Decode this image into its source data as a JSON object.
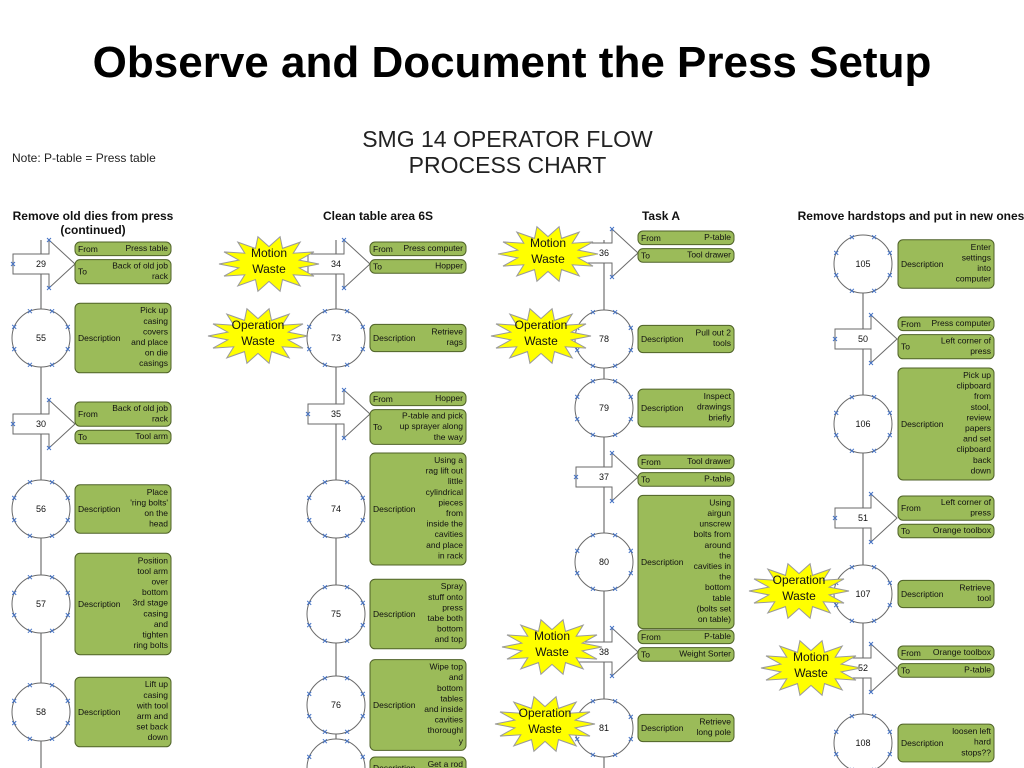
{
  "slide": {
    "title": "Observe and Document the Press Setup",
    "note": "Note: P-table = Press table",
    "chart_title_lines": [
      "SMG 14 OPERATOR FLOW",
      "PROCESS CHART"
    ]
  },
  "labels": {
    "from": "From",
    "to": "To",
    "description": "Description"
  },
  "columns": [
    {
      "heading_lines": [
        "Remove old dies from press",
        "(continued)"
      ],
      "steps": [
        {
          "num": "29",
          "kind": "transport",
          "from": "Press table",
          "to": [
            "Back of old job",
            "rack"
          ]
        },
        {
          "num": "55",
          "kind": "operation",
          "description": [
            "Pick up",
            "casing",
            "covers",
            "and place",
            "on die",
            "casings"
          ]
        },
        {
          "num": "30",
          "kind": "transport",
          "from": [
            "Back of old job",
            "rack"
          ],
          "to": "Tool arm"
        },
        {
          "num": "56",
          "kind": "operation",
          "description": [
            "Place",
            "'ring bolts'",
            "on the",
            "head"
          ]
        },
        {
          "num": "57",
          "kind": "operation",
          "description": [
            "Position",
            "tool arm",
            "over",
            "bottom",
            "3rd stage",
            "casing",
            "and",
            "tighten",
            "ring bolts"
          ]
        },
        {
          "num": "58",
          "kind": "operation",
          "description": [
            "Lift up",
            "casing",
            "with tool",
            "arm and",
            "set back",
            "down"
          ]
        }
      ]
    },
    {
      "heading_lines": [
        "Clean table area 6S"
      ],
      "steps": [
        {
          "num": "34",
          "kind": "transport",
          "from": "Press computer",
          "to": "Hopper",
          "waste": "Motion Waste"
        },
        {
          "num": "73",
          "kind": "operation",
          "description": [
            "Retrieve",
            "rags"
          ],
          "waste": "Operation Waste"
        },
        {
          "num": "35",
          "kind": "transport",
          "from": "Hopper",
          "to": [
            "P-table and pick",
            "up sprayer along",
            "the way"
          ]
        },
        {
          "num": "74",
          "kind": "operation",
          "description": [
            "Using a",
            "rag lift out",
            "little",
            "cylindrical",
            "pieces",
            "from",
            "inside the",
            "cavities",
            "and place",
            "in rack"
          ]
        },
        {
          "num": "75",
          "kind": "operation",
          "description": [
            "Spray",
            "stuff onto",
            "press",
            "tabe both",
            "bottom",
            "and top"
          ]
        },
        {
          "num": "76",
          "kind": "operation",
          "description": [
            "Wipe top",
            "and",
            "bottom",
            "tables",
            "and inside",
            "cavities",
            "thoroughl",
            "y"
          ]
        },
        {
          "num": "",
          "kind": "operation",
          "description": [
            "Get a rod"
          ]
        }
      ]
    },
    {
      "heading_lines": [
        "Task A"
      ],
      "steps": [
        {
          "num": "36",
          "kind": "transport",
          "from": "P-table",
          "to": "Tool drawer",
          "waste": "Motion Waste"
        },
        {
          "num": "78",
          "kind": "operation",
          "description": [
            "Pull out 2",
            "tools"
          ],
          "waste": "Operation Waste"
        },
        {
          "num": "79",
          "kind": "operation",
          "description": [
            "Inspect",
            "drawings",
            "briefly"
          ]
        },
        {
          "num": "37",
          "kind": "transport",
          "from": "Tool drawer",
          "to": "P-table"
        },
        {
          "num": "80",
          "kind": "operation",
          "description": [
            "Using",
            "airgun",
            "unscrew",
            "bolts from",
            "around",
            "the",
            "cavities in",
            "the",
            "bottom",
            "table",
            "(bolts set",
            "on table)"
          ]
        },
        {
          "num": "38",
          "kind": "transport",
          "from": "P-table",
          "to": "Weight Sorter",
          "waste": "Motion Waste"
        },
        {
          "num": "81",
          "kind": "operation",
          "description": [
            "Retrieve",
            "long pole"
          ],
          "waste": "Operation Waste"
        }
      ]
    },
    {
      "heading_lines": [
        "Remove hardstops and put in new ones"
      ],
      "steps": [
        {
          "num": "105",
          "kind": "operation",
          "description": [
            "Enter",
            "settings",
            "into",
            "computer"
          ]
        },
        {
          "num": "50",
          "kind": "transport",
          "from": "Press computer",
          "to": [
            "Left corner of",
            "press"
          ]
        },
        {
          "num": "106",
          "kind": "operation",
          "description": [
            "Pick up",
            "clipboard",
            "from",
            "stool,",
            "review",
            "papers",
            "and set",
            "clipboard",
            "back",
            "down"
          ]
        },
        {
          "num": "51",
          "kind": "transport",
          "from": [
            "Left corner of",
            "press"
          ],
          "to": "Orange toolbox"
        },
        {
          "num": "107",
          "kind": "operation",
          "description": [
            "Retrieve",
            "tool"
          ],
          "waste": "Operation Waste"
        },
        {
          "num": "52",
          "kind": "transport",
          "from": "Orange toolbox",
          "to": "P-table",
          "waste": "Motion Waste"
        },
        {
          "num": "108",
          "kind": "operation",
          "description": [
            "loosen left",
            "hard",
            "stops??"
          ]
        }
      ]
    }
  ]
}
